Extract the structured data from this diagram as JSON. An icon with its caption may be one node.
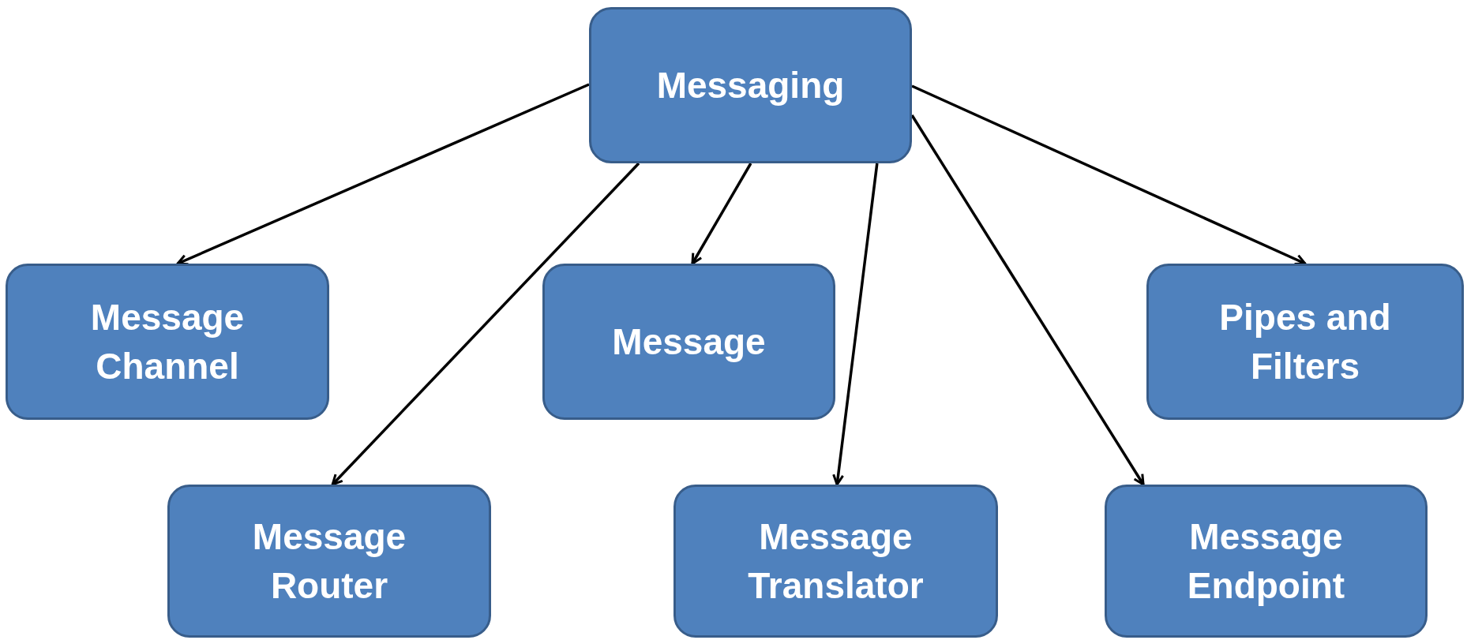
{
  "diagram": {
    "nodes": [
      {
        "text": [
          "Messaging"
        ]
      },
      {
        "text": [
          "Message Channel"
        ]
      },
      {
        "text": [
          "Message"
        ]
      },
      {
        "text": [
          "Pipes and Filters"
        ]
      },
      {
        "text": [
          "Message Router"
        ]
      },
      {
        "text": [
          "Message Translator"
        ]
      },
      {
        "text": [
          "Message Endpoint"
        ]
      }
    ],
    "edges": [
      {
        "from": 0,
        "to": 1,
        "arrow": "to"
      },
      {
        "from": 0,
        "to": 4,
        "arrow": "to"
      },
      {
        "from": 0,
        "to": 2,
        "arrow": "to"
      },
      {
        "from": 0,
        "to": 5,
        "arrow": "to"
      },
      {
        "from": 0,
        "to": 6,
        "arrow": "to"
      },
      {
        "from": 0,
        "to": 3,
        "arrow": "to"
      }
    ]
  }
}
